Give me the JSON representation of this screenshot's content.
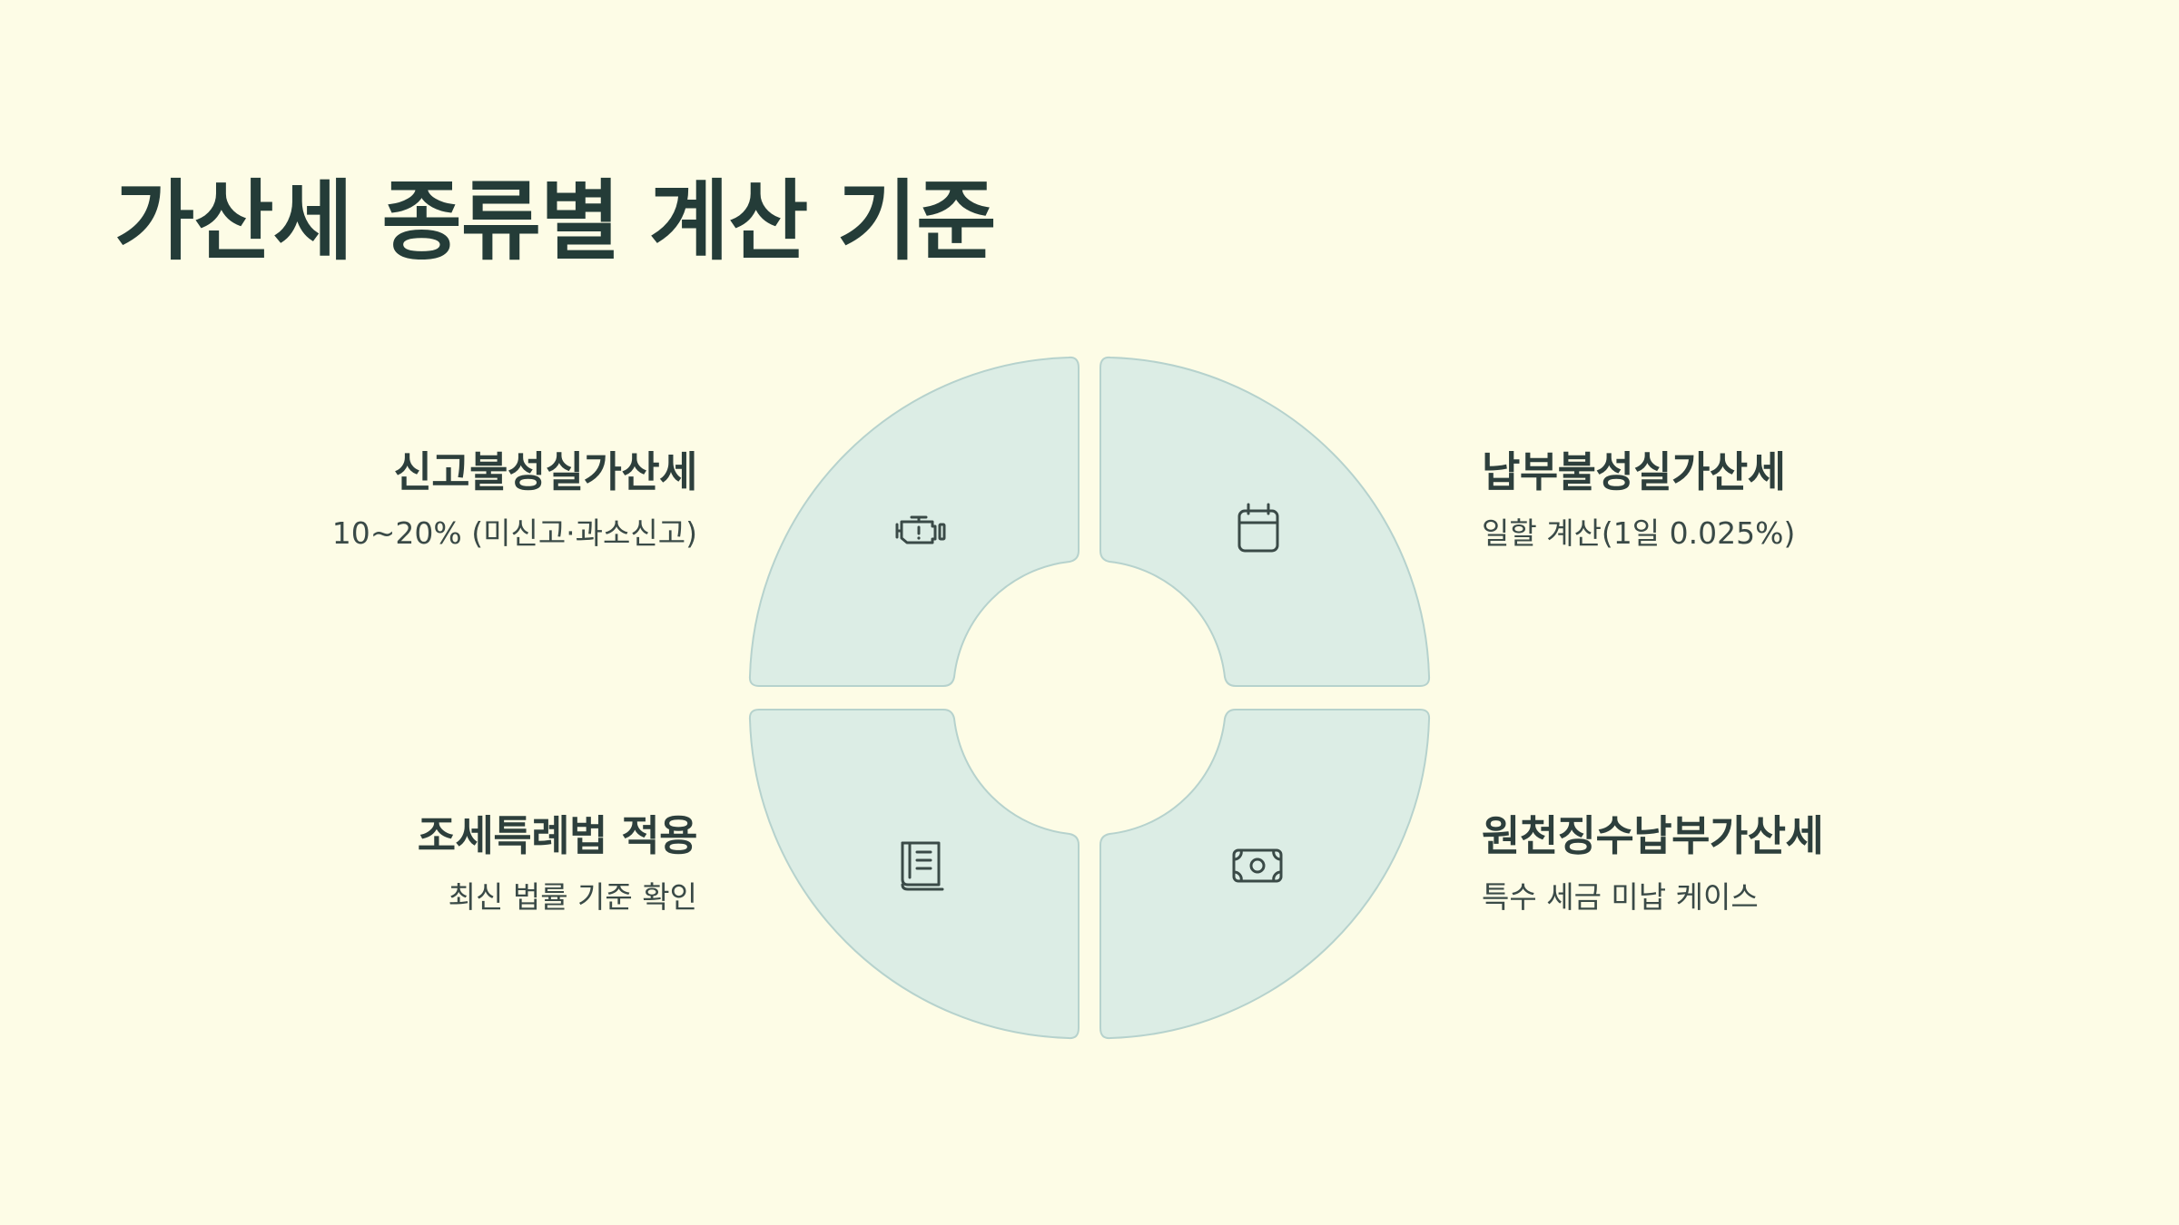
{
  "colors": {
    "background": "#FDFCE6",
    "segment_fill": "#DCEDE5",
    "segment_stroke": "#B6D2CD",
    "title_text": "#243C38",
    "heading_text": "#2D3F3C",
    "body_text": "#3A4A47",
    "icon_stroke": "#3A4A47"
  },
  "title": "가산세 종류별 계산 기준",
  "diagram": {
    "segments": [
      {
        "id": "top-left",
        "icon": "engine-warning-icon",
        "heading": "신고불성실가산세",
        "description": "10~20% (미신고·과소신고)"
      },
      {
        "id": "top-right",
        "icon": "calendar-icon",
        "heading": "납부불성실가산세",
        "description": "일할 계산(1일 0.025%)"
      },
      {
        "id": "bottom-left",
        "icon": "book-icon",
        "heading": "조세특례법 적용",
        "description": "최신 법률 기준 확인"
      },
      {
        "id": "bottom-right",
        "icon": "money-bill-icon",
        "heading": "원천징수납부가산세",
        "description": "특수 세금 미납 케이스"
      }
    ]
  }
}
